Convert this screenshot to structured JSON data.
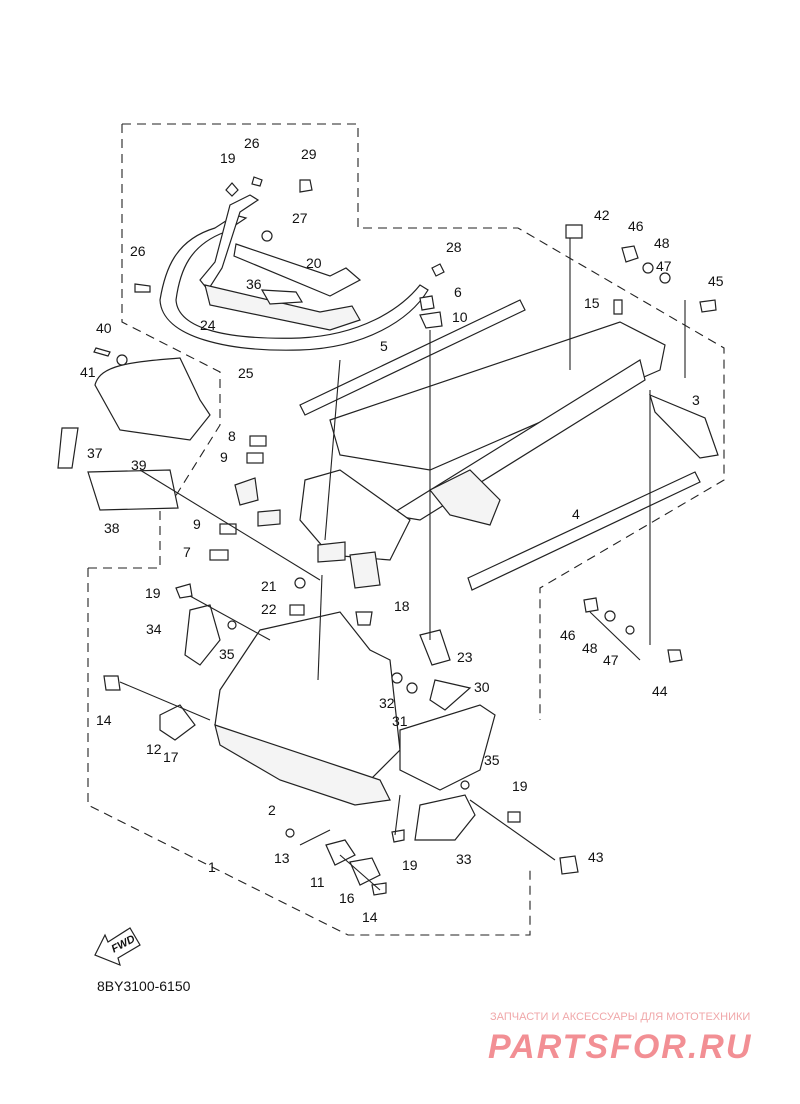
{
  "diagram": {
    "code": "8BY3100-6150",
    "fwd_label": "FWD"
  },
  "callouts": [
    {
      "label": "1"
    },
    {
      "label": "2"
    },
    {
      "label": "3"
    },
    {
      "label": "4"
    },
    {
      "label": "5"
    },
    {
      "label": "6"
    },
    {
      "label": "7"
    },
    {
      "label": "8"
    },
    {
      "label": "9"
    },
    {
      "label": "9"
    },
    {
      "label": "10"
    },
    {
      "label": "11"
    },
    {
      "label": "12"
    },
    {
      "label": "13"
    },
    {
      "label": "14"
    },
    {
      "label": "14"
    },
    {
      "label": "15"
    },
    {
      "label": "16"
    },
    {
      "label": "17"
    },
    {
      "label": "18"
    },
    {
      "label": "19"
    },
    {
      "label": "19"
    },
    {
      "label": "19"
    },
    {
      "label": "19"
    },
    {
      "label": "20"
    },
    {
      "label": "21"
    },
    {
      "label": "22"
    },
    {
      "label": "23"
    },
    {
      "label": "24"
    },
    {
      "label": "25"
    },
    {
      "label": "26"
    },
    {
      "label": "26"
    },
    {
      "label": "27"
    },
    {
      "label": "28"
    },
    {
      "label": "29"
    },
    {
      "label": "30"
    },
    {
      "label": "31"
    },
    {
      "label": "32"
    },
    {
      "label": "33"
    },
    {
      "label": "34"
    },
    {
      "label": "35"
    },
    {
      "label": "35"
    },
    {
      "label": "36"
    },
    {
      "label": "37"
    },
    {
      "label": "38"
    },
    {
      "label": "39"
    },
    {
      "label": "40"
    },
    {
      "label": "41"
    },
    {
      "label": "42"
    },
    {
      "label": "43"
    },
    {
      "label": "44"
    },
    {
      "label": "45"
    },
    {
      "label": "46"
    },
    {
      "label": "46"
    },
    {
      "label": "47"
    },
    {
      "label": "47"
    },
    {
      "label": "48"
    },
    {
      "label": "48"
    }
  ],
  "watermark": {
    "tagline": "ЗАПЧАСТИ И АКСЕССУАРЫ ДЛЯ МОТОТЕХНИКИ",
    "brand": "PARTSFOR.RU"
  }
}
